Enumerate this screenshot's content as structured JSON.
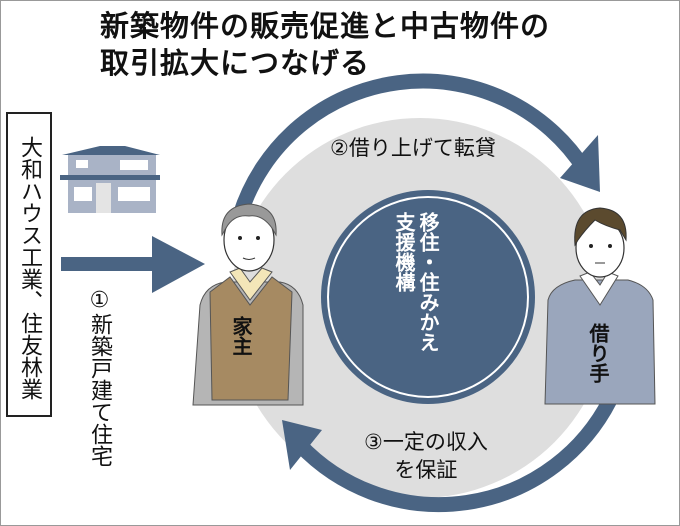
{
  "title": {
    "line1": "新築物件の販売促進と中古物件の",
    "line2": "取引拡大につなげる"
  },
  "company": "大和ハウス工業、住友林業",
  "step1": "①新築戸建て住宅",
  "step2": "②借り上げて転貸",
  "step3": {
    "line1": "③一定の収入",
    "line2": "を保証"
  },
  "organization": {
    "col1": "移住・住みかえ",
    "col2": "支援機構"
  },
  "owner_label": "家主",
  "borrower_label": "借り手",
  "colors": {
    "ring": "#4a6483",
    "disc": "#dedede",
    "vest": "#a68a62",
    "sweater": "#9aa6bc"
  }
}
